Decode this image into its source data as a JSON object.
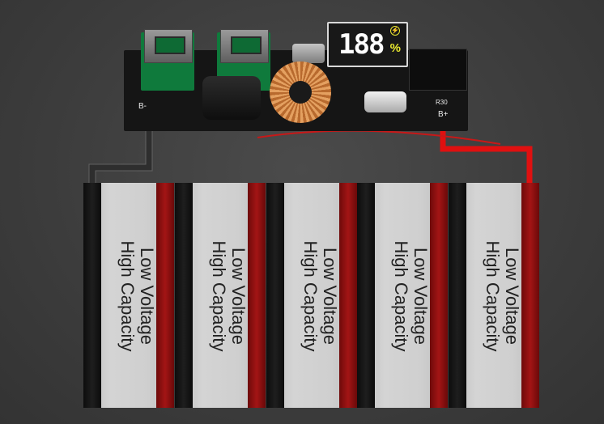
{
  "pcb": {
    "display_reading": "188",
    "display_unit": "%",
    "neg_terminal_label": "B-",
    "pos_terminal_label": "B+",
    "cap_label": "R30"
  },
  "cells": [
    {
      "line1": "Low Voltage",
      "line2": "High Capacity"
    },
    {
      "line1": "Low Voltage",
      "line2": "High Capacity"
    },
    {
      "line1": "Low Voltage",
      "line2": "High Capacity"
    },
    {
      "line1": "Low Voltage",
      "line2": "High Capacity"
    },
    {
      "line1": "Low Voltage",
      "line2": "High Capacity"
    }
  ],
  "colors": {
    "background": "#3c3c3c",
    "pcb": "#151515",
    "usb_green": "#0f7a3c",
    "wire_negative": "#000000",
    "wire_positive": "#e01010",
    "cell_negative_band": "#111111",
    "cell_positive_band": "#9a1414",
    "display_digits": "#ffffff",
    "display_percent": "#e8e830"
  },
  "icons": [
    "usb-port-icon",
    "usb-port-icon",
    "usb-c-port-icon",
    "toroid-coil-icon",
    "lightning-icon"
  ]
}
